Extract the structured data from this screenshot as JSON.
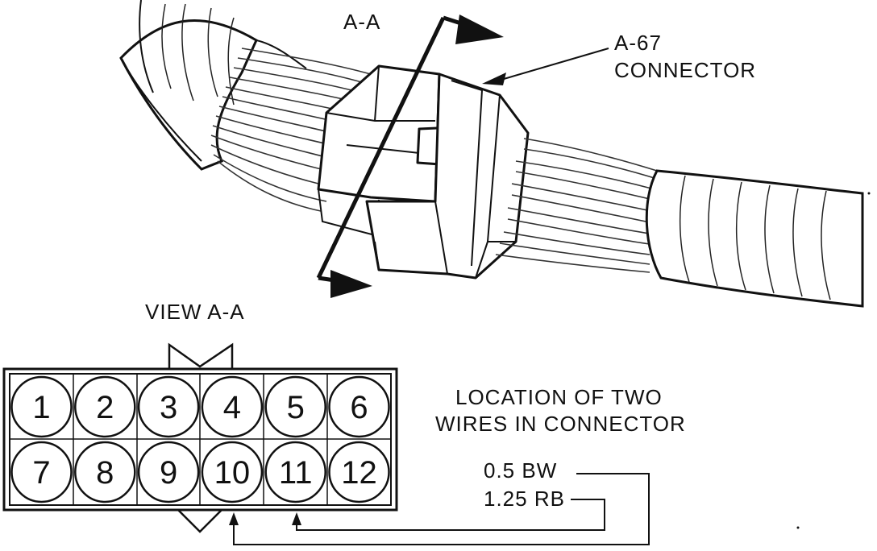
{
  "section_label": "A-A",
  "callout": {
    "line1": "A-67",
    "line2": "CONNECTOR"
  },
  "view_label": "VIEW A-A",
  "pins": [
    "1",
    "2",
    "3",
    "4",
    "5",
    "6",
    "7",
    "8",
    "9",
    "10",
    "11",
    "12"
  ],
  "location_title": {
    "line1": "LOCATION OF TWO",
    "line2": "WIRES IN CONNECTOR"
  },
  "wires": [
    {
      "label": "0.5 BW",
      "pin": "10"
    },
    {
      "label": "1.25 RB",
      "pin": "11"
    }
  ]
}
